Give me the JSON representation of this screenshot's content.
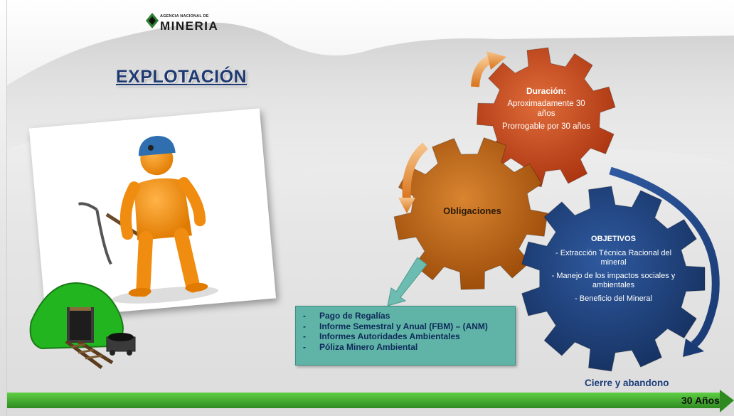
{
  "logo": {
    "small_text": "AGENCIA NACIONAL DE",
    "big_text": "MINERIA"
  },
  "title": "EXPLOTACIÓN",
  "gears": {
    "duracion": {
      "heading": "Duración:",
      "lines": [
        "Aproximadamente 30 años",
        "Prorrogable por 30 años"
      ]
    },
    "obligaciones": {
      "label": "Obligaciones"
    },
    "objetivos": {
      "heading": "OBJETIVOS",
      "lines": [
        "- Extracción Técnica Racional del mineral",
        "- Manejo de los impactos sociales y ambientales",
        "- Beneficio del Mineral"
      ]
    }
  },
  "callout": {
    "bullet": "-",
    "items": [
      "Pago de Regalías",
      "Informe Semestral y Anual (FBM) – (ANM)",
      "Informes Autoridades Ambientales",
      "Póliza Minero Ambiental"
    ]
  },
  "timeline": {
    "end_label": "Cierre y abandono",
    "duration_label": "30 Años"
  },
  "colors": {
    "title": "#1f3a72",
    "gear_red": "#c0461e",
    "gear_orange": "#b85e12",
    "gear_blue": "#1f3f7a",
    "callout": "#5fb3a7",
    "timeline": "#3aa82a"
  },
  "icons": [
    "agency-logo-icon",
    "miner-illustration",
    "mine-entrance-illustration"
  ]
}
